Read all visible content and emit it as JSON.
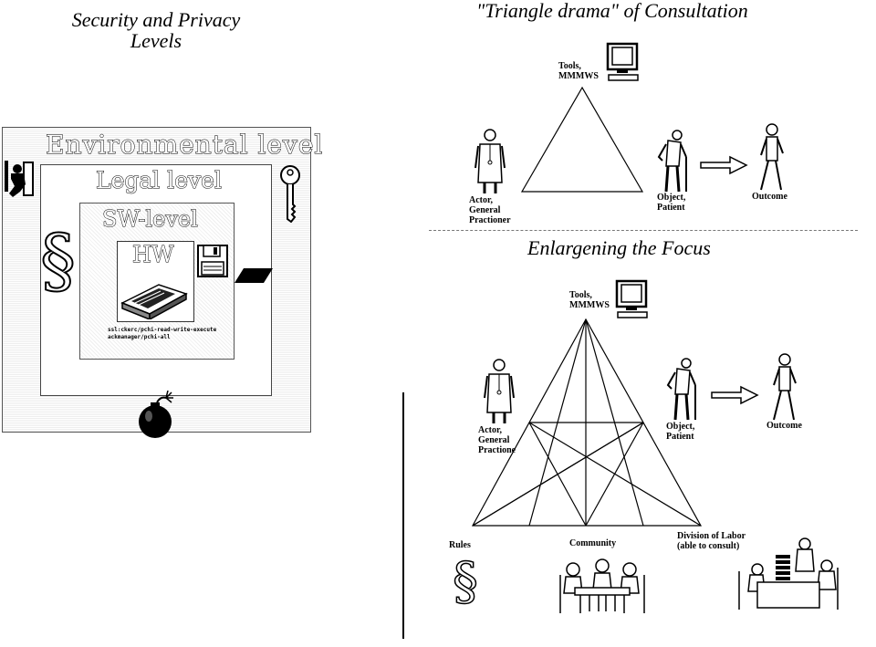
{
  "left_panel": {
    "title_line1": "Security and Privacy",
    "title_line2": "Levels",
    "levels": {
      "environmental": "Environmental level",
      "legal": "Legal level",
      "software": "SW-level",
      "hardware": "HW"
    },
    "paragraph_symbol": "§",
    "acl_line1": "ssl:ckerc/pchi-read-write-execute",
    "acl_line2": "ackmanager/pchi-all",
    "icons": [
      "burglar-icon",
      "key-icon",
      "floppy-disk-icon",
      "computer-hardware-icon",
      "card-icon",
      "bomb-icon"
    ]
  },
  "top_right": {
    "title": "\"Triangle drama\" of Consultation",
    "tools_line1": "Tools,",
    "tools_line2": "MMMWS",
    "actor_line1": "Actor,",
    "actor_line2": "General",
    "actor_line3": "Practioner",
    "object_line1": "Object,",
    "object_line2": "Patient",
    "outcome": "Outcome"
  },
  "bottom_right": {
    "title": "Enlargening the Focus",
    "tools_line1": "Tools,",
    "tools_line2": "MMMWS",
    "actor_line1": "Actor,",
    "actor_line2": "General",
    "actor_line3": "Practione",
    "object_line1": "Object,",
    "object_line2": "Patient",
    "outcome": "Outcome",
    "rules": "Rules",
    "community": "Community",
    "division_line1": "Division of Labor",
    "division_line2": "(able to consult)",
    "paragraph_symbol": "§"
  }
}
